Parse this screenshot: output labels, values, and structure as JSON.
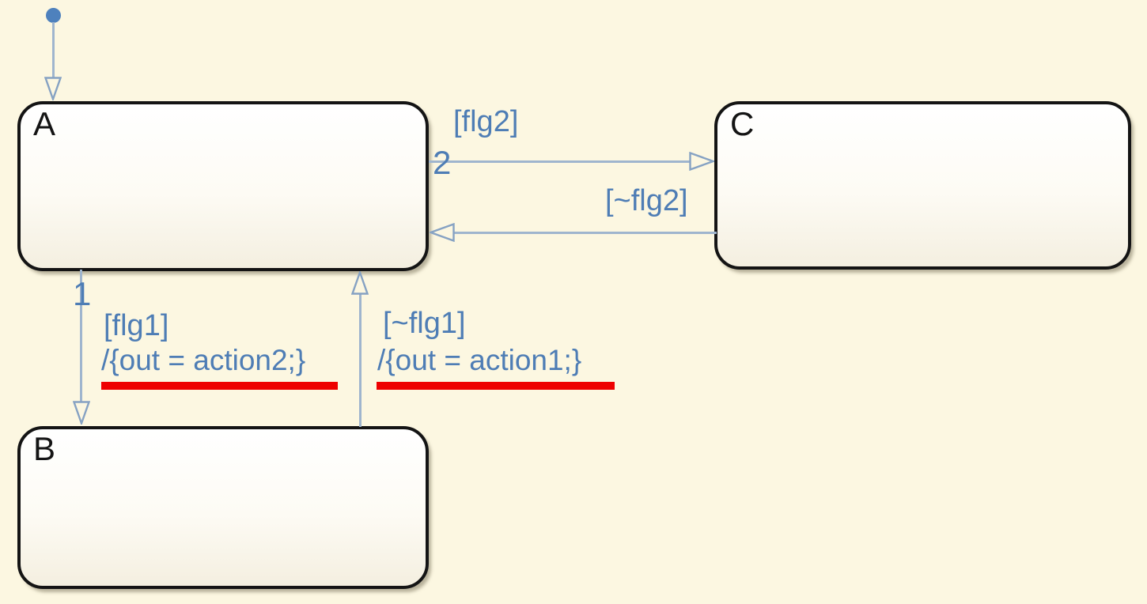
{
  "diagram": {
    "type": "state-machine-chart",
    "states": [
      {
        "name": "A"
      },
      {
        "name": "B"
      },
      {
        "name": "C"
      }
    ],
    "transitions": {
      "a_to_c": {
        "order": "2",
        "condition": "[flg2]"
      },
      "c_to_a": {
        "condition": "[~flg2]"
      },
      "a_to_b": {
        "order": "1",
        "condition": "[flg1]",
        "action": "/{out = action2;}"
      },
      "b_to_a": {
        "condition": "[~flg1]",
        "action": "/{out = action1;}"
      }
    },
    "colors": {
      "background": "#FCF7E1",
      "label_blue": "#4E7DB5",
      "line_blue": "#9FB5CE",
      "dot_blue": "#4E81BD",
      "underline_red": "#EE0000",
      "state_border": "#141414"
    }
  }
}
